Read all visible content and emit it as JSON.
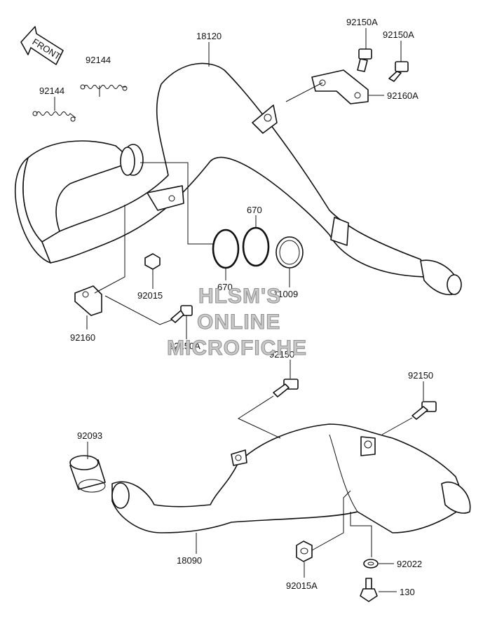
{
  "front_arrow": {
    "text": "FRONT"
  },
  "labels": {
    "p18120": "18120",
    "p92150A_1": "92150A",
    "p92150A_2": "92150A",
    "p92160A": "92160A",
    "p92144_1": "92144",
    "p92144_2": "92144",
    "p670_1": "670",
    "p670_2": "670",
    "p11009": "11009",
    "p92015": "92015",
    "p92160": "92160",
    "p92150A_3": "92150A",
    "p92150_1": "92150",
    "p92150_2": "92150",
    "p92093": "92093",
    "p18090": "18090",
    "p92022": "92022",
    "p92015A": "92015A",
    "p130": "130"
  },
  "watermark": {
    "line1": "HLSM'S",
    "line2": "ONLINE",
    "line3": "MICROFICHE"
  }
}
